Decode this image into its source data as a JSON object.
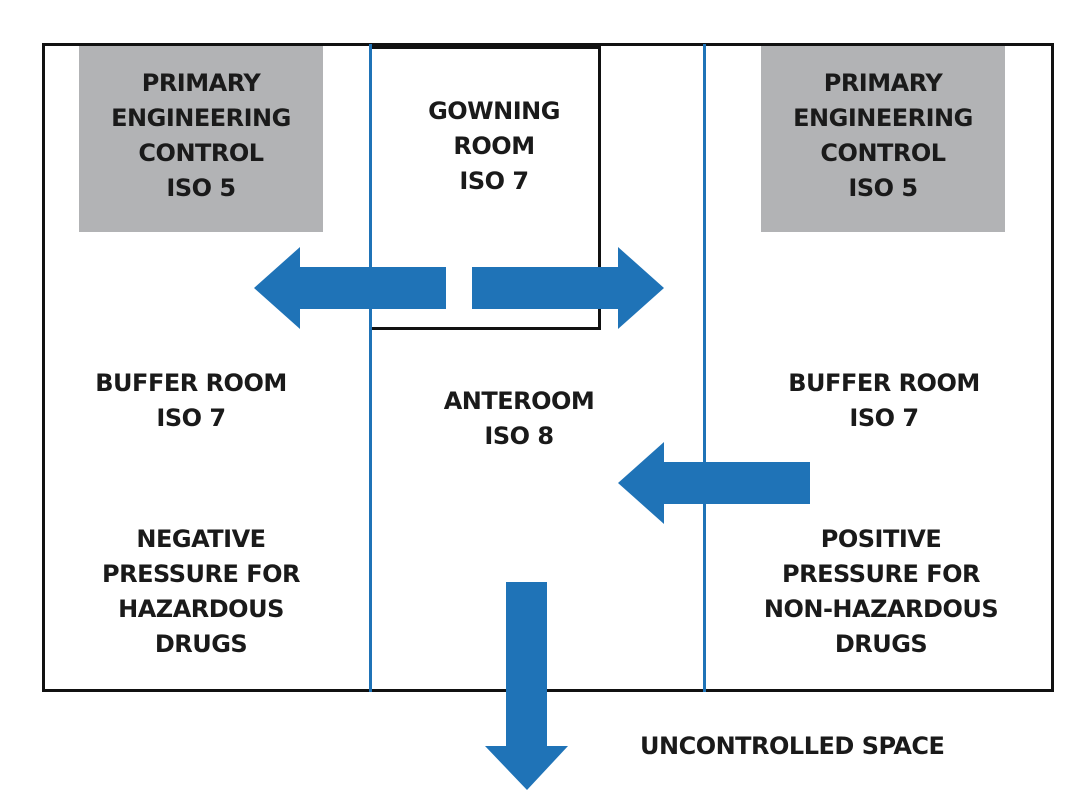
{
  "left_pec": {
    "label": "PRIMARY\nENGINEERING\nCONTROL\nISO 5"
  },
  "right_pec": {
    "label": "PRIMARY\nENGINEERING\nCONTROL\nISO 5"
  },
  "gowning_room": {
    "label": "GOWNING\nROOM\nISO 7"
  },
  "left_buffer_room": {
    "label": "BUFFER ROOM\nISO 7"
  },
  "anteroom": {
    "label": "ANTEROOM\nISO 8"
  },
  "right_buffer_room": {
    "label": "BUFFER ROOM\nISO 7"
  },
  "left_pressure": {
    "label": "NEGATIVE\nPRESSURE FOR\nHAZARDOUS\nDRUGS"
  },
  "right_pressure": {
    "label": "POSITIVE\nPRESSURE FOR\nNON-HAZARDOUS\nDRUGS"
  },
  "outside": {
    "label": "UNCONTROLLED SPACE"
  },
  "colors": {
    "arrow": "#1f73b7",
    "pec_fill": "#b2b3b5",
    "wall": "#111111"
  }
}
